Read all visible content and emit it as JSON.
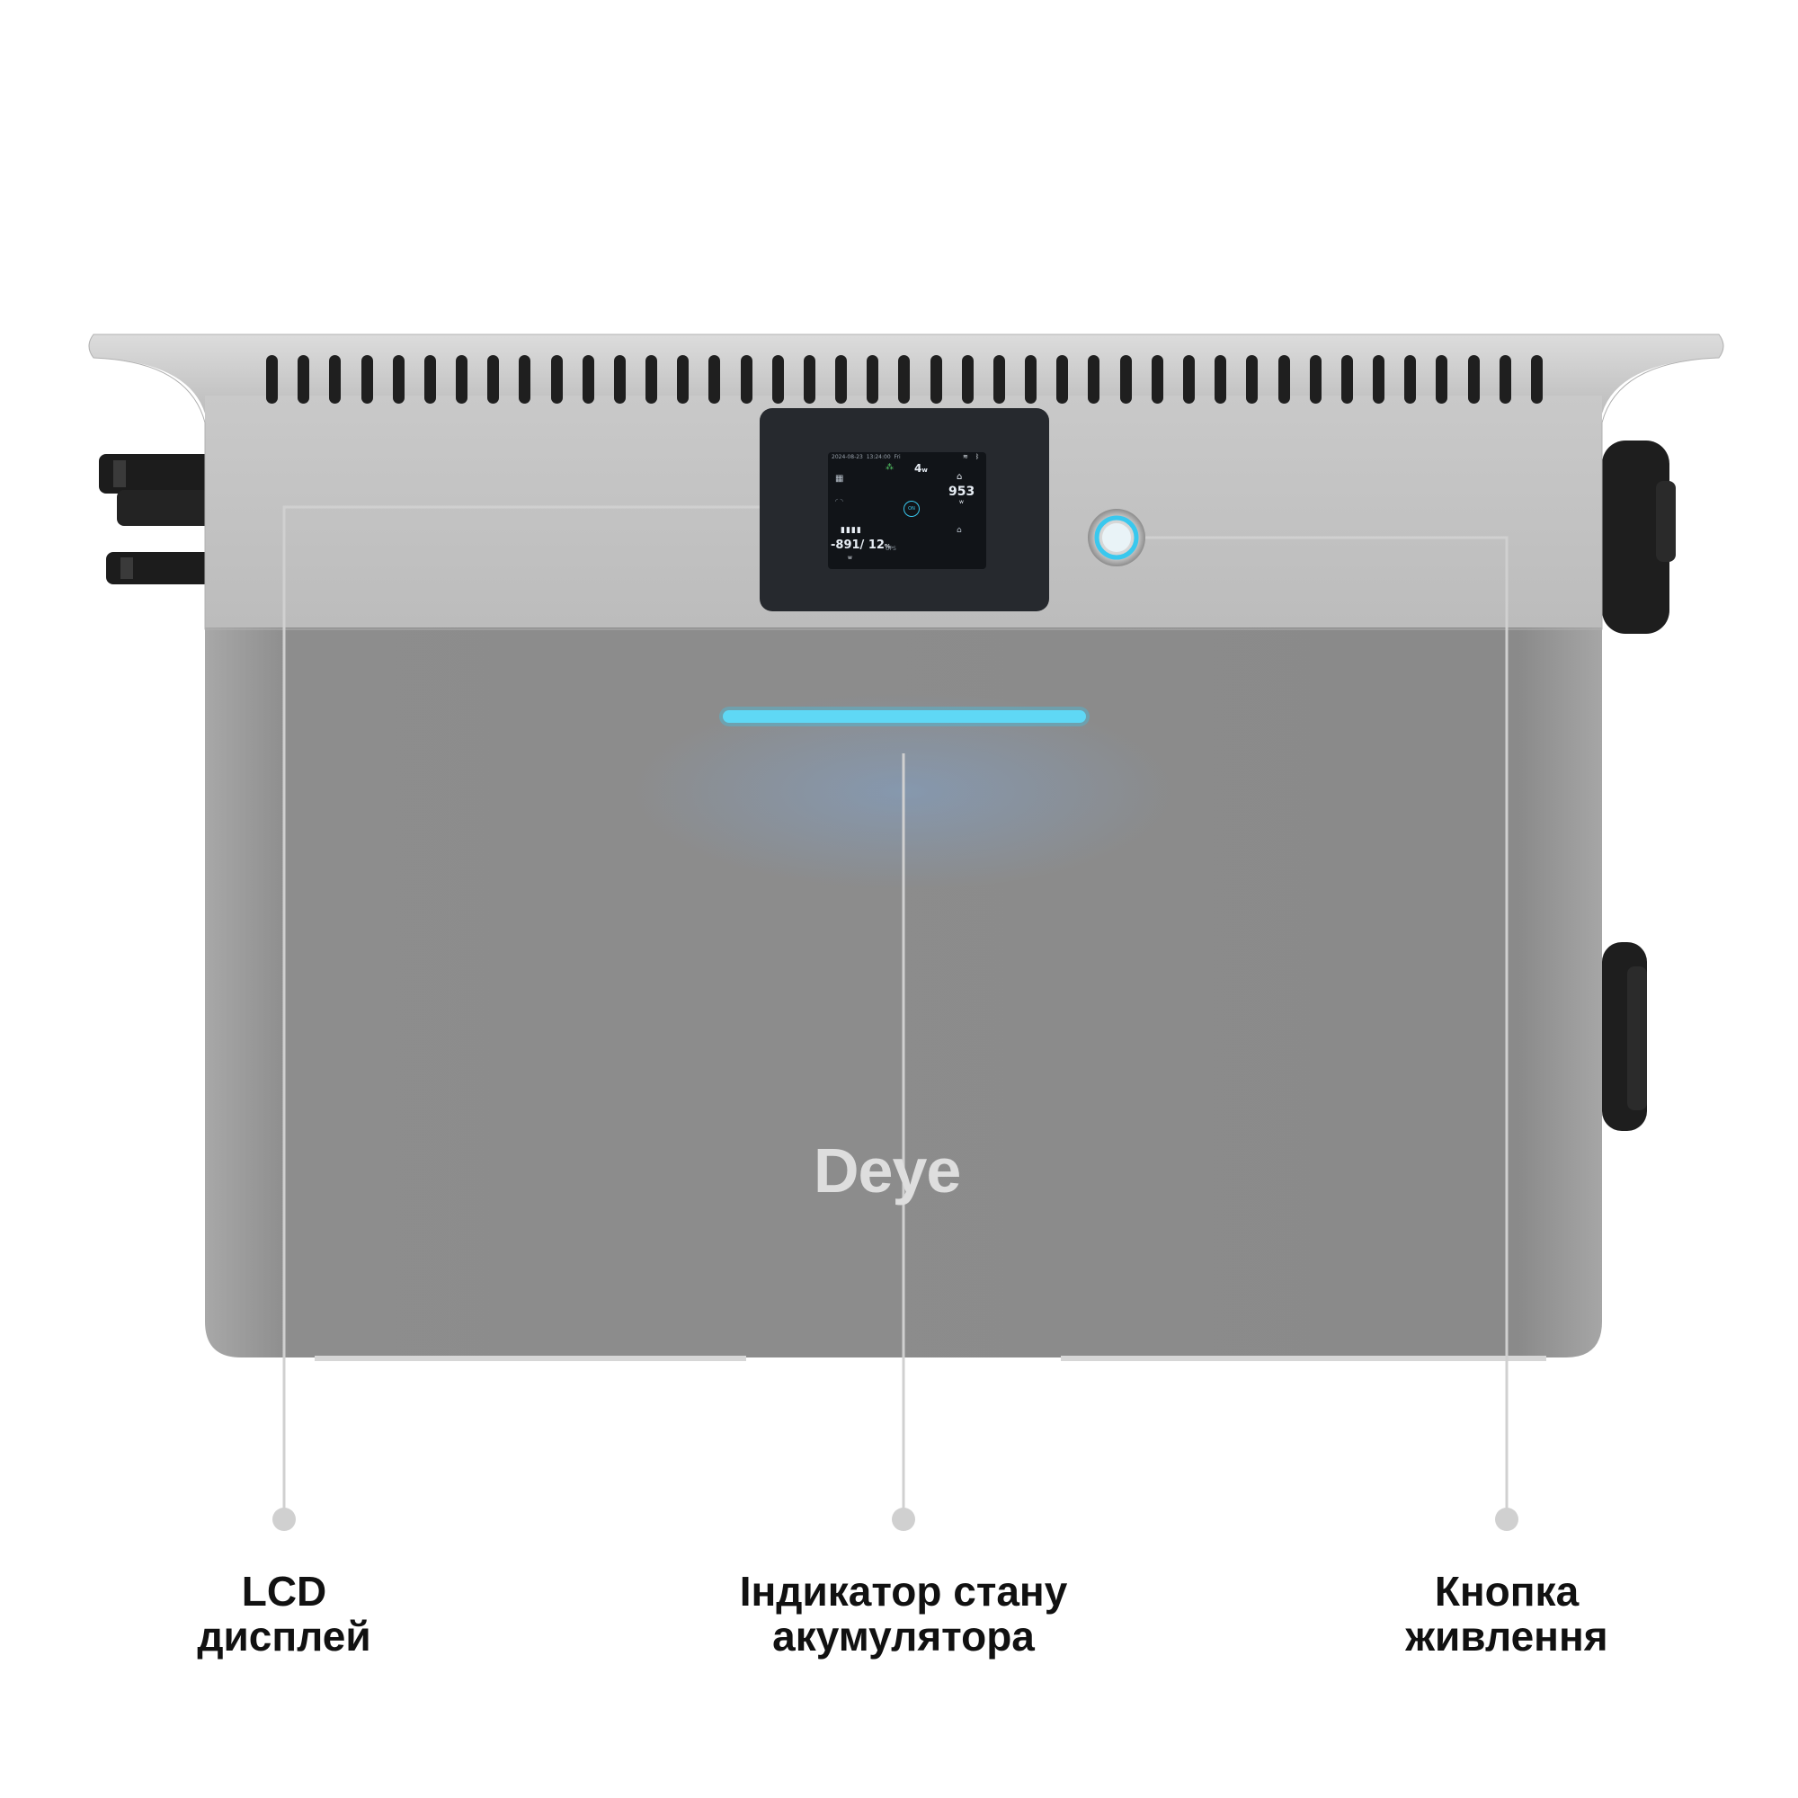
{
  "brand": {
    "logo_text": "Deye"
  },
  "screen": {
    "date": "2024-08-23",
    "time": "13:24:00",
    "day": "Fri",
    "pv_power": "4",
    "pv_unit": "w",
    "grid_power": "953",
    "grid_unit": "w",
    "battery_power": "-891",
    "battery_unit": "w",
    "battery_soc": "12",
    "battery_soc_unit": "%",
    "center_state": "ON",
    "mode": "UPS"
  },
  "callouts": {
    "lcd": {
      "line1": "LCD",
      "line2": "дисплей"
    },
    "indicator": {
      "line1": "Індикатор стану",
      "line2": "акумулятора"
    },
    "power": {
      "line1": "Кнопка",
      "line2": "живлення"
    }
  },
  "colors": {
    "accent_light": "#39c8ee",
    "callout_line": "#d0d0d0",
    "body_top": "#c4c4c4",
    "body_bottom": "#8a8a8a"
  }
}
